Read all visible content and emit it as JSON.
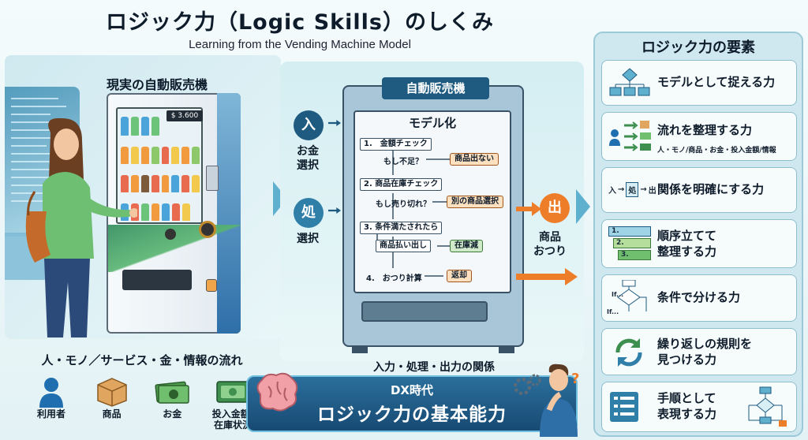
{
  "header": {
    "title": "ロジック力（Logic Skills）のしくみ",
    "subtitle": "Learning from the Vending Machine Model"
  },
  "left": {
    "title": "現実の自動販売機",
    "price": "$ 3.600",
    "flow_title": "人・モノ／サービス・金・情報の流れ",
    "icons": [
      {
        "icon": "person-icon",
        "label": "利用者"
      },
      {
        "icon": "box-icon",
        "label": "商品"
      },
      {
        "icon": "cash-icon",
        "label": "お金"
      },
      {
        "icon": "money-counter-icon",
        "label": "投入金額/\n在庫状況"
      }
    ]
  },
  "center": {
    "machine_title": "自動販売機",
    "model_title": "モデル化",
    "input": {
      "badge": "入",
      "label": "お金\n選択"
    },
    "process": {
      "badge": "処",
      "label": "選択"
    },
    "output": {
      "badge": "出",
      "label": "商品\nおつり"
    },
    "steps": [
      {
        "num": "1.",
        "text": "金額チェック"
      },
      {
        "num": "2.",
        "text": "商品在庫チェック"
      },
      {
        "num": "3.",
        "text": "条件満たされたら"
      },
      {
        "num": "4.",
        "text": "おつり計算"
      }
    ],
    "questions": [
      "もし不足？",
      "もし売り切れ？"
    ],
    "results": {
      "no_product": "商品出ない",
      "other_select": "別の商品選択",
      "dispense": "商品払い出し",
      "stock_reduce": "在庫減",
      "refund": "返却"
    },
    "caption": "入力・処理・出力の関係"
  },
  "banner": {
    "line1": "DX時代",
    "line2": "ロジック力の基本能力"
  },
  "right": {
    "title": "ロジック力の要素",
    "items": [
      {
        "icon": "flowchart-icon",
        "label": "モデルとして捉える力"
      },
      {
        "icon": "flow-arrows-icon",
        "label": "流れを整理する力",
        "sub": "人・モノ/商品・お金・投入金額/情報"
      },
      {
        "icon": "input-process-output-icon",
        "label": "関係を明確にする力",
        "mini": [
          "入",
          "処",
          "出"
        ]
      },
      {
        "icon": "ordered-steps-icon",
        "label": "順序立てて\n整理する力",
        "mini": [
          "1.",
          "2.",
          "3."
        ]
      },
      {
        "icon": "condition-branch-icon",
        "label": "条件で分ける力",
        "mini": [
          "If...",
          "If..."
        ]
      },
      {
        "icon": "repeat-cycle-icon",
        "label": "繰り返しの規則を\n見つける力"
      },
      {
        "icon": "procedure-icon",
        "label": "手順として\n表現する力"
      }
    ]
  },
  "colors": {
    "navy": "#1f5b80",
    "orange": "#ee7d2a",
    "green": "#3d8f4f",
    "teal": "#5fb0cf"
  }
}
